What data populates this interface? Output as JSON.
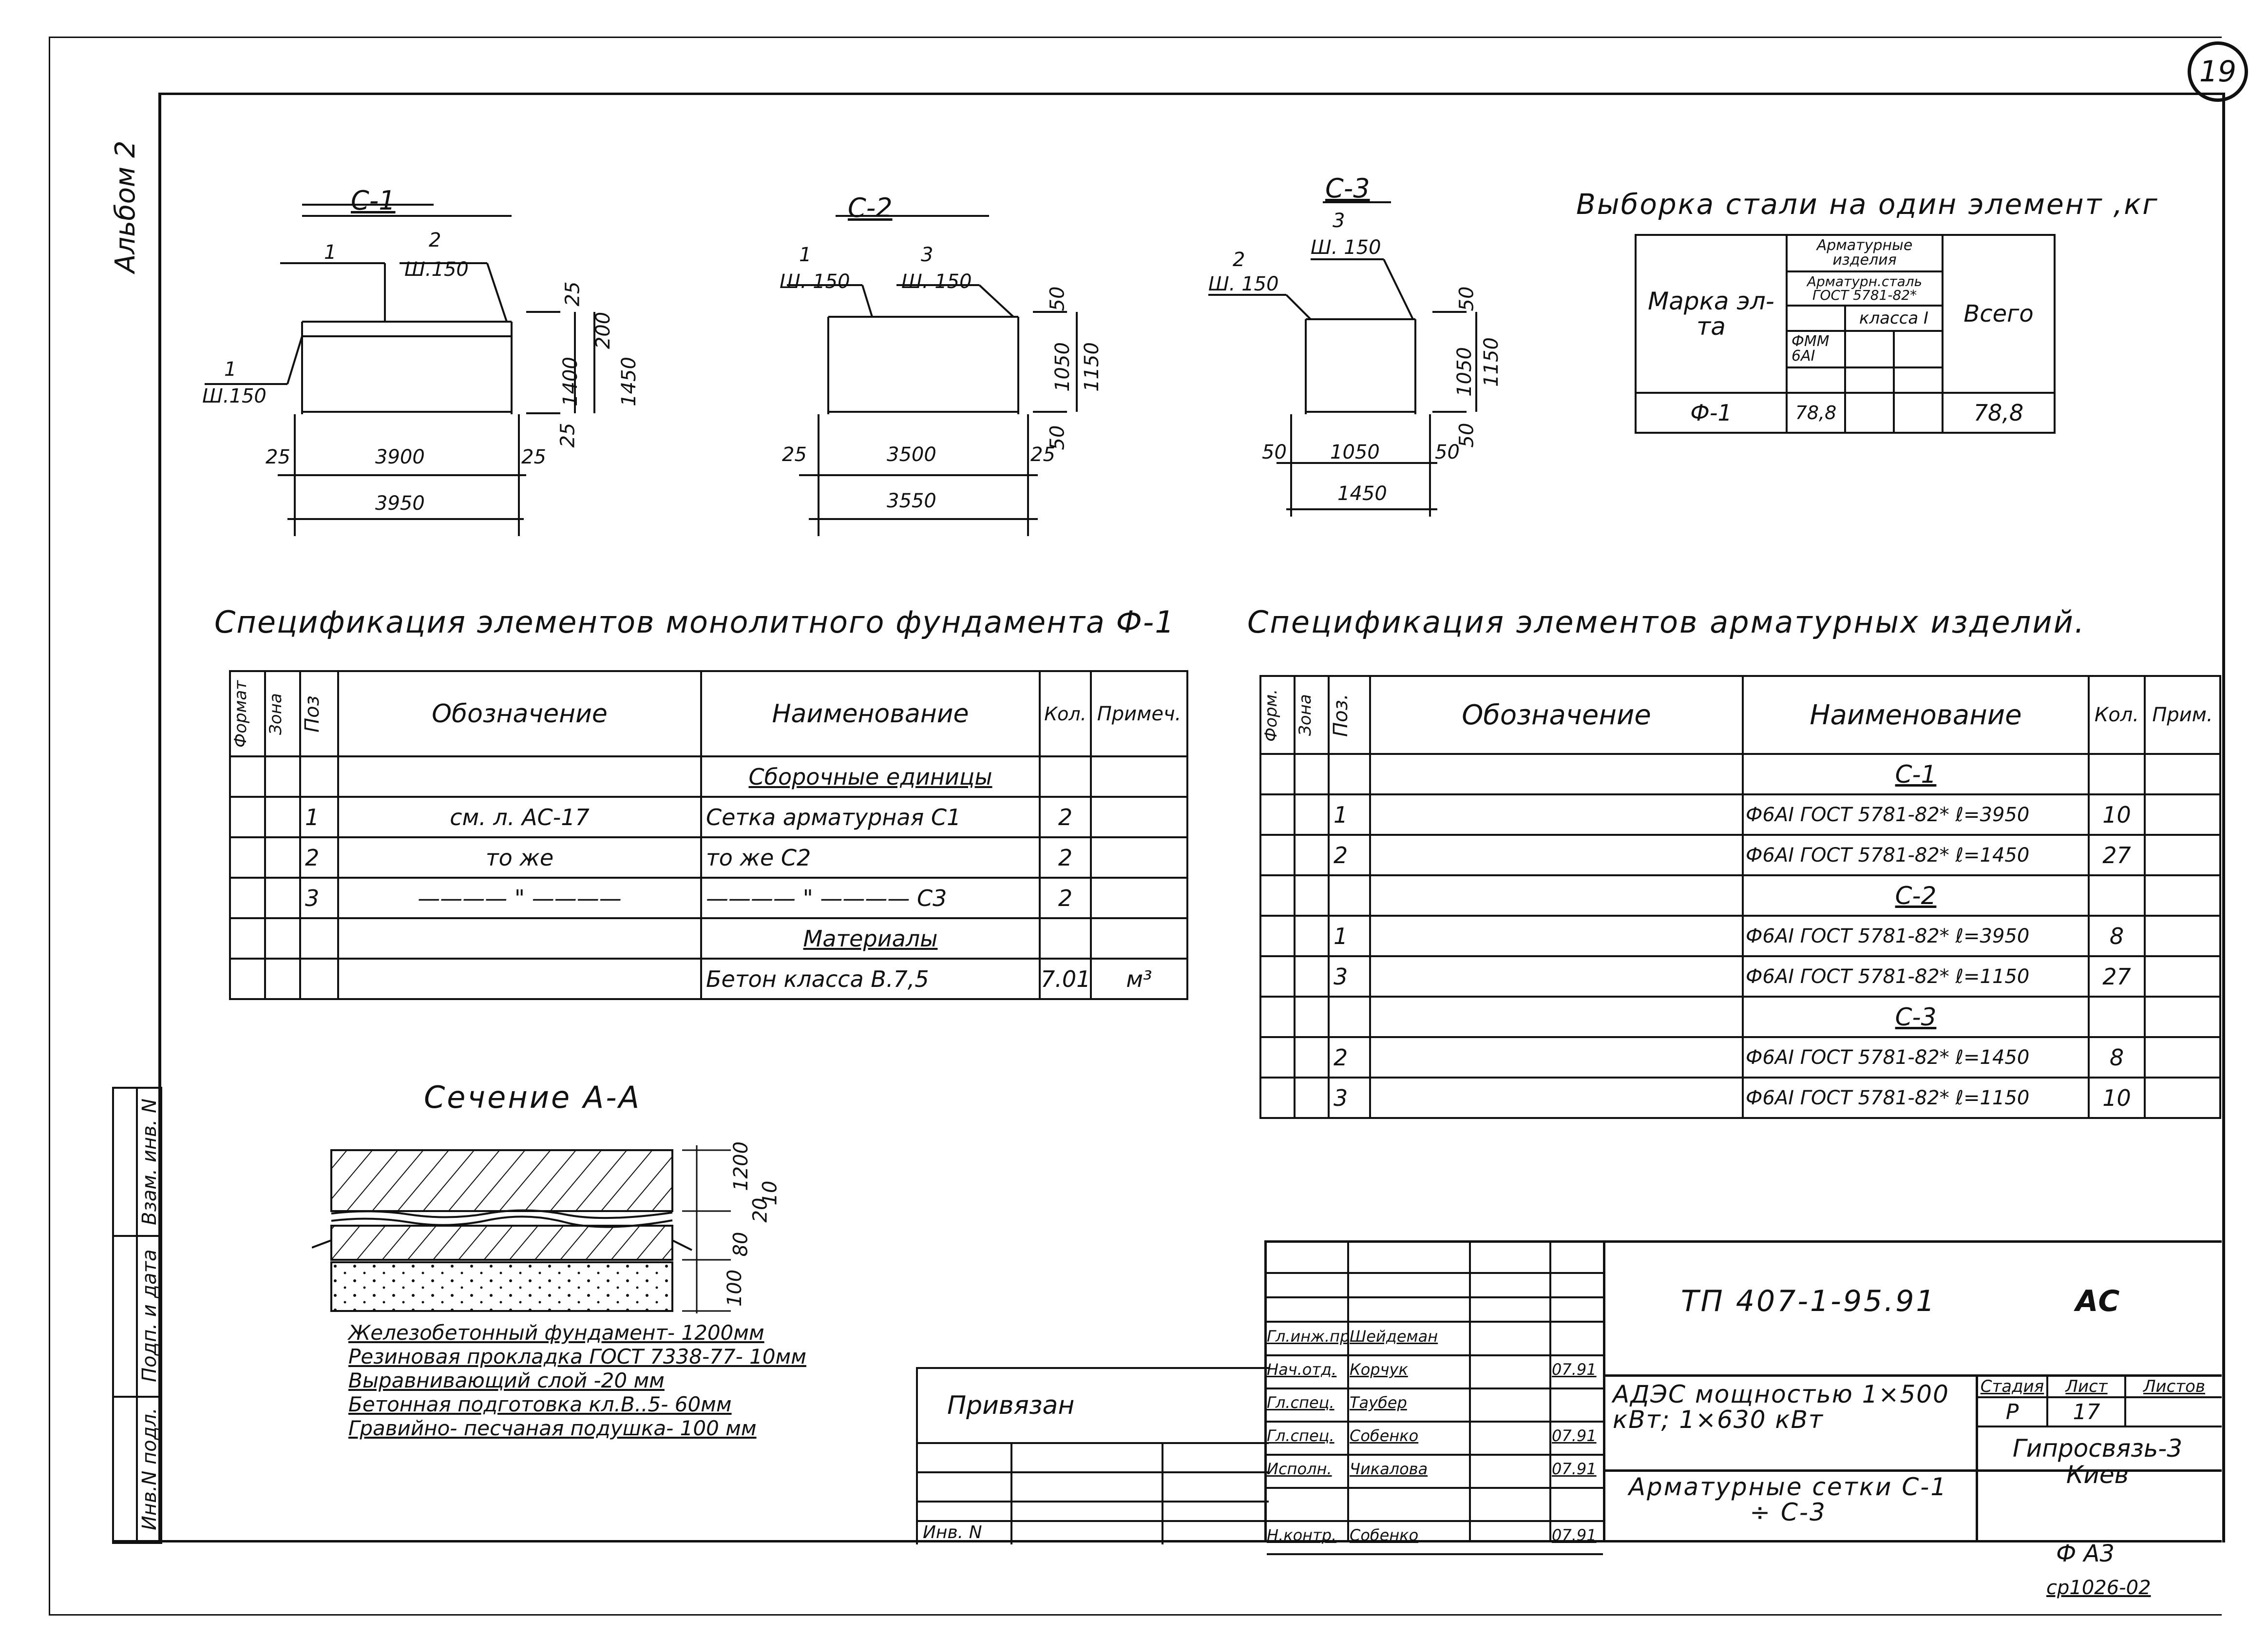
{
  "sheet_corner": "19",
  "album_label": "Альбом 2",
  "side_stamp": [
    "Инв.N подл.",
    "Подп. и дата",
    "Взам. инв. N"
  ],
  "sketches": [
    {
      "title": "С-1",
      "labels": [
        "1",
        "2",
        "Ш.150",
        "1",
        "Ш.150"
      ],
      "dims": [
        "25",
        "3900",
        "25",
        "3950",
        "25",
        "200",
        "1400",
        "1450",
        "25"
      ]
    },
    {
      "title": "С-2",
      "labels": [
        "1",
        "Ш. 150",
        "3",
        "Ш. 150"
      ],
      "dims": [
        "25",
        "3500",
        "25",
        "3550",
        "50",
        "1050",
        "1150",
        "50"
      ]
    },
    {
      "title": "С-3",
      "labels": [
        "3",
        "Ш. 150",
        "2",
        "Ш. 150"
      ],
      "dims": [
        "50",
        "1050",
        "50",
        "1450",
        "50",
        "1050",
        "1150",
        "50"
      ]
    }
  ],
  "steel": {
    "title": "Выборка стали на один элемент ,кг",
    "hdr_mark": "Марка эл-та",
    "hdr_group": "Арматурные изделия",
    "hdr_std": "Арматурн.сталь ГОСТ 5781-82*",
    "hdr_class": "класса I",
    "hdr_diam": "ФММ 6АI",
    "hdr_total": "Всего",
    "row": {
      "mark": "Ф-1",
      "d6": "78,8",
      "total": "78,8"
    }
  },
  "spec1": {
    "title": "Спецификация элементов монолитного фундамента Ф-1",
    "headers": [
      "Формат",
      "Зона",
      "Поз",
      "Обозначение",
      "Наименование",
      "Кол.",
      "Примеч."
    ],
    "rows": [
      {
        "pos": "",
        "des": "",
        "name": "Сборочные единицы",
        "qty": "",
        "note": "",
        "u": true,
        "c": true
      },
      {
        "pos": "1",
        "des": "см. л. АС-17",
        "name": "Сетка арматурная С1",
        "qty": "2",
        "note": ""
      },
      {
        "pos": "2",
        "des": "то же",
        "name": "то же С2",
        "qty": "2",
        "note": ""
      },
      {
        "pos": "3",
        "des": "———— \" ————",
        "name": "———— \" ———— С3",
        "qty": "2",
        "note": ""
      },
      {
        "pos": "",
        "des": "",
        "name": "Материалы",
        "qty": "",
        "note": "",
        "u": true,
        "c": true
      },
      {
        "pos": "",
        "des": "",
        "name": "Бетон класса В.7,5",
        "qty": "7.01",
        "note": "м³"
      }
    ]
  },
  "spec2": {
    "title": "Спецификация элементов арматурных изделий.",
    "headers": [
      "Форм.",
      "Зона",
      "Поз.",
      "Обозначение",
      "Наименование",
      "Кол.",
      "Прим."
    ],
    "rows": [
      {
        "pos": "",
        "name": "С-1",
        "qty": "",
        "u": true,
        "c": true
      },
      {
        "pos": "1",
        "name": "Ф6АI ГОСТ 5781-82* ℓ=3950",
        "qty": "10"
      },
      {
        "pos": "2",
        "name": "Ф6АI ГОСТ 5781-82* ℓ=1450",
        "qty": "27"
      },
      {
        "pos": "",
        "name": "С-2",
        "qty": "",
        "u": true,
        "c": true
      },
      {
        "pos": "1",
        "name": "Ф6АI ГОСТ 5781-82* ℓ=3950",
        "qty": "8"
      },
      {
        "pos": "3",
        "name": "Ф6АI ГОСТ 5781-82* ℓ=1150",
        "qty": "27"
      },
      {
        "pos": "",
        "name": "С-3",
        "qty": "",
        "u": true,
        "c": true
      },
      {
        "pos": "2",
        "name": "Ф6АI ГОСТ 5781-82* ℓ=1450",
        "qty": "8"
      },
      {
        "pos": "3",
        "name": "Ф6АI ГОСТ 5781-82* ℓ=1150",
        "qty": "10"
      }
    ]
  },
  "section": {
    "title": "Сечение А-А",
    "dims": [
      "1200",
      "80",
      "20",
      "10",
      "100"
    ],
    "legend": [
      "Железобетонный фундамент- 1200мм",
      "Резиновая прокладка ГОСТ 7338-77- 10мм",
      "Выравнивающий слой -20 мм",
      "Бетонная подготовка кл.В..5- 60мм",
      "Гравийно- песчаная подушка- 100 мм"
    ]
  },
  "binding": {
    "label": "Привязан",
    "inv": "Инв. N"
  },
  "titleblock": {
    "code": "ТП 407-1-95.91",
    "mark": "АС",
    "staff": [
      {
        "role": "Гл.инж.пр",
        "name": "Шейдеман",
        "date": ""
      },
      {
        "role": "Нач.отд.",
        "name": "Корчук",
        "date": "07.91"
      },
      {
        "role": "Гл.спец.",
        "name": "Таубер",
        "date": ""
      },
      {
        "role": "Гл.спец.",
        "name": "Собенко",
        "date": "07.91"
      },
      {
        "role": "Исполн.",
        "name": "Чикалова",
        "date": "07.91"
      },
      {
        "role": "",
        "name": "",
        "date": ""
      },
      {
        "role": "Н.контр.",
        "name": "Собенко",
        "date": "07.91"
      }
    ],
    "object": "АДЭС мощностью 1×500 кВт; 1×630 кВт",
    "stage_hdr": "Стадия",
    "sheet_hdr": "Лист",
    "sheets_hdr": "Листов",
    "stage": "Р",
    "sheet": "17",
    "sheets": "",
    "drawing": "Арматурные сетки С-1 ÷ С-3",
    "org": "Гипросвязь-3 Киев",
    "format": "Ф А3",
    "archive": "ср1026-02"
  }
}
